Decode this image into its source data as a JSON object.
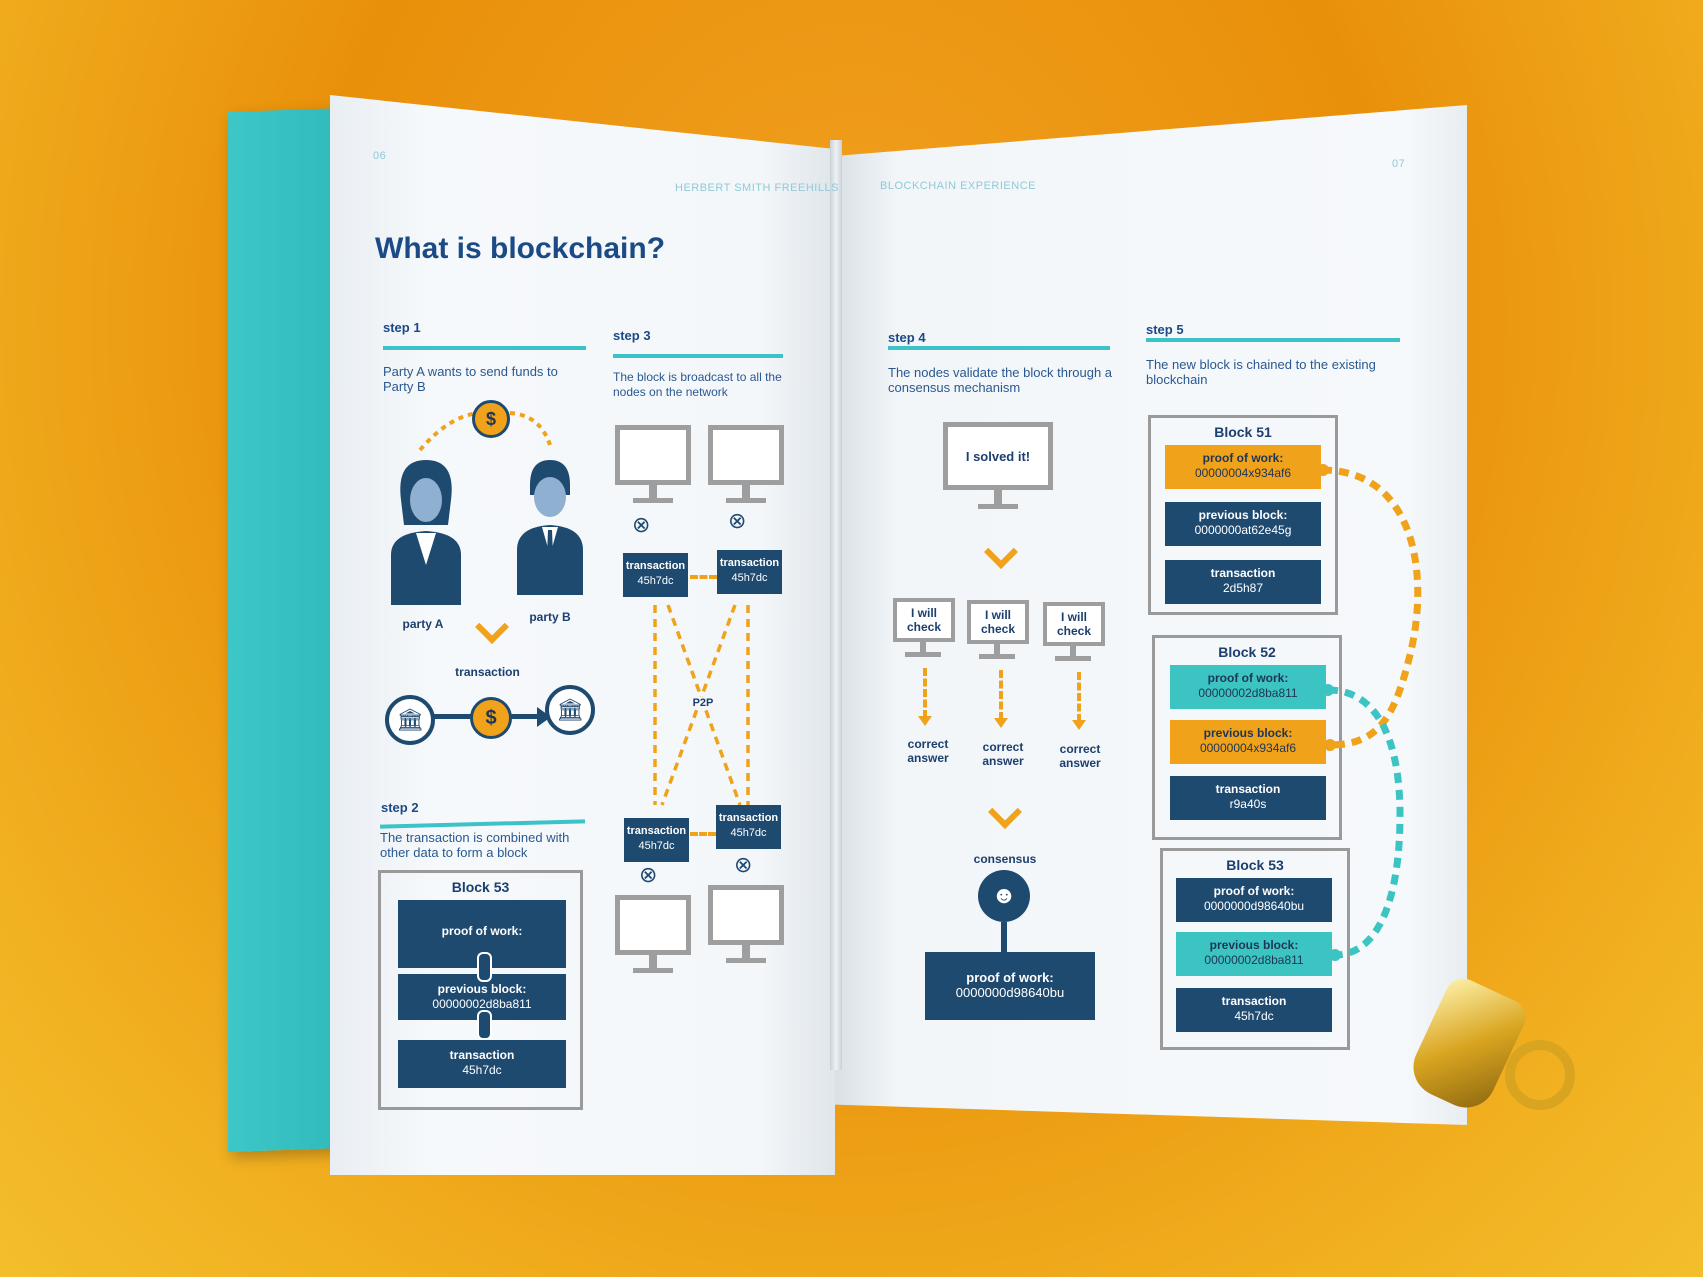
{
  "left_page": {
    "page_number": "06",
    "header": "HERBERT SMITH FREEHILLS",
    "title": "What is blockchain?",
    "step1": {
      "label": "step 1",
      "text": "Party A wants to send funds to Party B",
      "party_a": "party A",
      "party_b": "party B",
      "coin_symbol": "$",
      "transaction_label": "transaction"
    },
    "step2": {
      "label": "step 2",
      "text": "The transaction is combined with other data to form a block",
      "block_title": "Block 53",
      "pow_label": "proof of work:",
      "prev_label": "previous block:",
      "prev_value": "00000002d8ba811",
      "tx_label": "transaction",
      "tx_value": "45h7dc"
    },
    "step3": {
      "label": "step 3",
      "text": "The block is broadcast to all the nodes on the network",
      "tx_label": "transaction",
      "tx_value": "45h7dc",
      "p2p": "P2P"
    }
  },
  "right_page": {
    "page_number": "07",
    "header": "BLOCKCHAIN EXPERIENCE",
    "step4": {
      "label": "step 4",
      "text": "The nodes validate the block through a consensus mechanism",
      "solved": "I solved it!",
      "check": "I will check",
      "answer": "correct answer",
      "consensus": "consensus",
      "pow_label": "proof of work:",
      "pow_value": "0000000d98640bu"
    },
    "step5": {
      "label": "step 5",
      "text": "The new block is chained to the existing blockchain",
      "blocks": [
        {
          "title": "Block 51",
          "pow_label": "proof of work:",
          "pow_value": "00000004x934af6",
          "prev_label": "previous block:",
          "prev_value": "0000000at62e45g",
          "tx_label": "transaction",
          "tx_value": "2d5h87"
        },
        {
          "title": "Block 52",
          "pow_label": "proof of work:",
          "pow_value": "00000002d8ba811",
          "prev_label": "previous block:",
          "prev_value": "00000004x934af6",
          "tx_label": "transaction",
          "tx_value": "r9a40s"
        },
        {
          "title": "Block 53",
          "pow_label": "proof of work:",
          "pow_value": "0000000d98640bu",
          "prev_label": "previous block:",
          "prev_value": "00000002d8ba811",
          "tx_label": "transaction",
          "tx_value": "45h7dc"
        }
      ]
    }
  },
  "colors": {
    "background": "#ec9410",
    "navy": "#1f4a70",
    "gold": "#f0a21a",
    "teal": "#3cc4c2",
    "cover": "#2fb9bb"
  }
}
